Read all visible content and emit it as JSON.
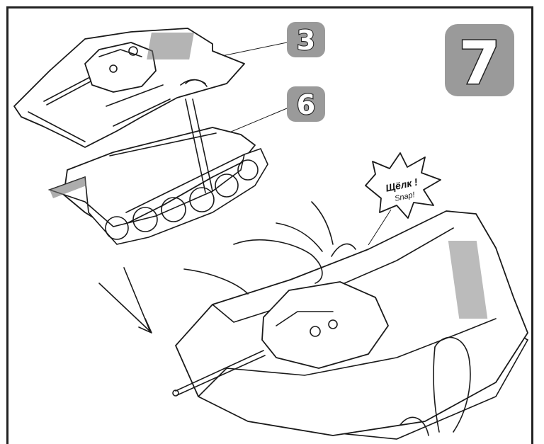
{
  "callouts": [
    {
      "number": "3"
    },
    {
      "number": "6"
    }
  ],
  "step": {
    "number": "7"
  },
  "snap": {
    "primary": "Щёлк !",
    "secondary": "Snap!"
  },
  "colors": {
    "badge": "#9a9a9a",
    "ink": "#1a1a1a",
    "frame": "#222222"
  }
}
